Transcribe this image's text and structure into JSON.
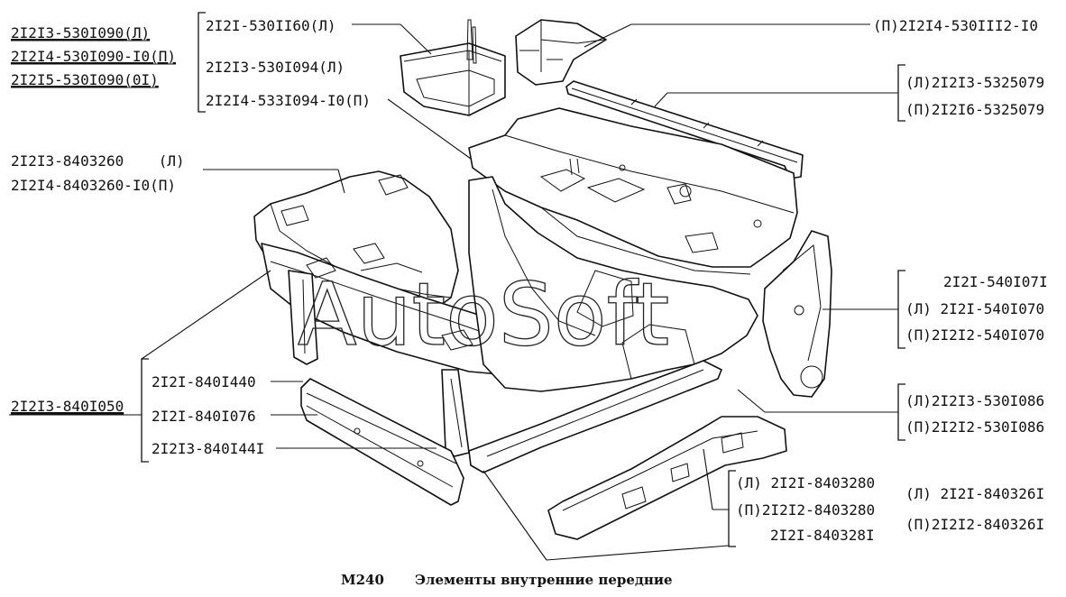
{
  "caption": {
    "code": "M240",
    "text": "Элементы внутренние передние"
  },
  "watermark": "AutoSoft",
  "callouts": {
    "g1": [
      "2I2I3-530I090(Л)",
      "2I2I4-530I090-I0(П)",
      "2I2I5-530I090(0I)"
    ],
    "g2": [
      "2I2I-530II60(Л)",
      "2I2I3-530I094(Л)",
      "2I2I4-533I094-I0(П)"
    ],
    "g3": "(П)2I2I4-530III2-I0",
    "g4": [
      "(Л)2I2I3-5325079",
      "(П)2I2I6-5325079"
    ],
    "g5": [
      "2I2I3-8403260    (Л)",
      "2I2I4-8403260-I0(П)"
    ],
    "g6": [
      "2I2I-540I07I",
      "(Л) 2I2I-540I070",
      "(П)2I2I2-540I070"
    ],
    "g7": [
      "(Л)2I2I3-530I086",
      "(П)2I2I2-530I086"
    ],
    "g8": "2I2I3-840I050",
    "g9": [
      "2I2I-840I440",
      "2I2I-840I076",
      "2I2I3-840I44I"
    ],
    "g10": [
      "(Л) 2I2I-8403280",
      "(П)2I2I2-8403280",
      "2I2I-840328I"
    ],
    "g11": [
      "(Л) 2I2I-840326I",
      "(П)2I2I2-840326I"
    ]
  }
}
